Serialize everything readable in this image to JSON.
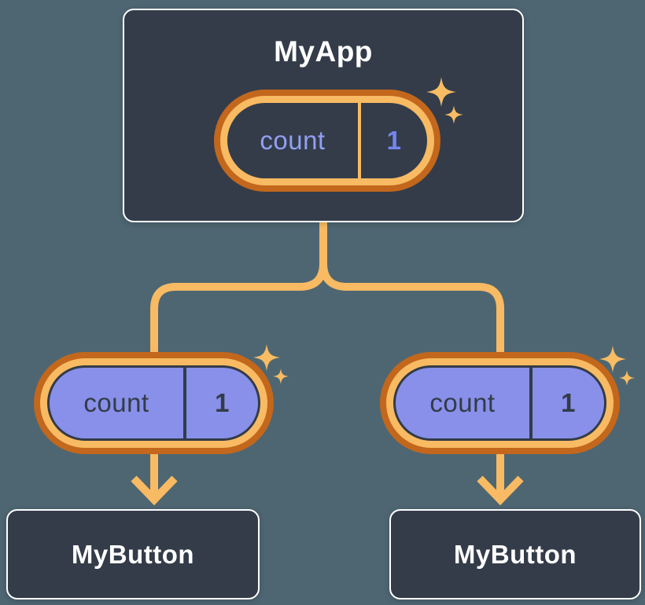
{
  "diagram": {
    "root": {
      "title": "MyApp",
      "state": {
        "name": "count",
        "value": "1"
      }
    },
    "children": [
      {
        "title": "MyButton",
        "state": {
          "name": "count",
          "value": "1"
        }
      },
      {
        "title": "MyButton",
        "state": {
          "name": "count",
          "value": "1"
        }
      }
    ],
    "connector_style": "orange tree branch with down arrows",
    "icons": {
      "sparkle": "four-point-star"
    }
  },
  "colors": {
    "background": "#4e6672",
    "node_fill": "#343c49",
    "node_border": "#ffffff",
    "node_text": "#ffffff",
    "ring_dark": "#c2671c",
    "ring_light": "#f8ba62",
    "connector": "#f8ba62",
    "sparkle": "#f8bc63",
    "root_pill_fill": "#343c49",
    "root_state_name": "#91a0f2",
    "root_state_value": "#7585ef",
    "child_pill_fill": "#8890ea",
    "child_pill_text": "#333b47",
    "child_pill_line": "#333b47"
  }
}
